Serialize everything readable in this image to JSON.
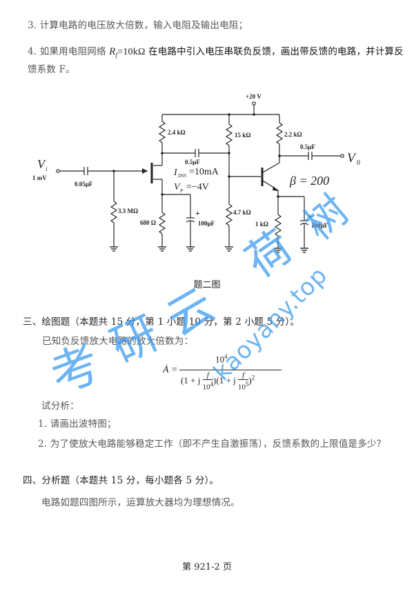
{
  "questions_part2": {
    "item3": "3. 计算电路的电压放大倍数，输入电阻及输出电阻；",
    "item4_prefix": "4. 如果用电阻网络",
    "item4_math": "R",
    "item4_math_sub": "f",
    "item4_math_value": "=10kΩ",
    "item4_suffix": "在电路中引入电压串联负反馈，画出带反馈的电路，并计算反",
    "item4_line2": "馈系数 F。"
  },
  "circuit": {
    "supply": "+20 V",
    "vi_label": "V",
    "vi_sub": "i",
    "vi_value": "1 mV",
    "c_in": "0.05µF",
    "r_gate": "3.3 MΩ",
    "r_drain": "2.4 kΩ",
    "r_source": "680 Ω",
    "c_source": "100µF",
    "c_couple": "0.5µF",
    "idss_label": "I",
    "idss_sub": "DSS",
    "idss_value": "=10mA",
    "vp_label": "V",
    "vp_sub": "P",
    "vp_value": "=−4V",
    "r_b1": "15 kΩ",
    "r_b2": "4.7 kΩ",
    "r_c": "2.2 kΩ",
    "r_e": "1 kΩ",
    "c_e": "100µF",
    "c_out": "0.5µF",
    "vo_label": "V",
    "vo_sub": "0",
    "beta": "β = 200",
    "cap_plus": "+"
  },
  "figure_caption": "题二图",
  "section3": {
    "heading": "三、绘图题（本题共 15 分，第 1 小题 10 分，第 2 小题 5 分）。",
    "intro": "已知负反馈放大电路的放大倍数为：",
    "formula": {
      "lhs": "Ȧ =",
      "numerator": "10",
      "numerator_exp": "4",
      "den_part1": "(1 + j",
      "f1": "f",
      "f1_den": "10",
      "f1_den_exp": "4",
      "den_part2": ")(1 + j",
      "f2": "f",
      "f2_den": "10",
      "f2_den_exp": "5",
      "den_close": ")",
      "den_close_exp": "2"
    },
    "analyze": "试分析：",
    "q1": "1.  请画出波特图；",
    "q2": "2.  为了使放大电路能够稳定工作（即不产生自激振荡），反馈系数的上限值是多少？"
  },
  "section4": {
    "heading": "四、分析题（本题共 15 分，每小题各 5 分）。",
    "intro": "电路如题四图所示，运算放大器均为理想情况。"
  },
  "footer": {
    "page": "第 921-2 页"
  },
  "watermark": {
    "chars": [
      "考",
      "研",
      "云",
      "荷",
      "树"
    ],
    "url": "kaoyany.top",
    "color": "#3b9cf0"
  }
}
